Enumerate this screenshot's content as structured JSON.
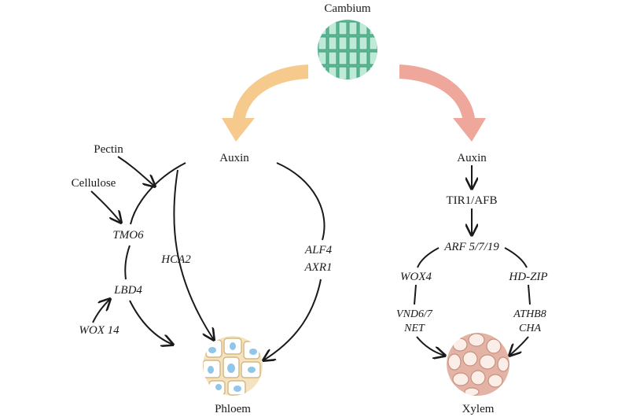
{
  "top": {
    "label": "Cambium"
  },
  "phloem": {
    "auxin": "Auxin",
    "pectin": "Pectin",
    "cellulose": "Cellulose",
    "tmo6": "TMO6",
    "lbd4": "LBD4",
    "wox14": "WOX 14",
    "hca2": "HCA2",
    "alf4": "ALF4",
    "axr1": "AXR1",
    "bottom_label": "Phloem"
  },
  "xylem": {
    "auxin": "Auxin",
    "tir1": "TIR1/AFB",
    "arf": "ARF 5/7/19",
    "wox4": "WOX4",
    "hdzip": "HD-ZIP",
    "vnd": "VND6/7",
    "net": "NET",
    "athb8": "ATHB8",
    "cha": "CHA",
    "bottom_label": "Xylem"
  },
  "colors": {
    "left_arrow": "#f6c98c",
    "right_arrow": "#eea79a",
    "cambium": "#7cc7a6",
    "phloem_cells": "#f3e3bf",
    "xylem_cells": "#e8c0b4"
  }
}
